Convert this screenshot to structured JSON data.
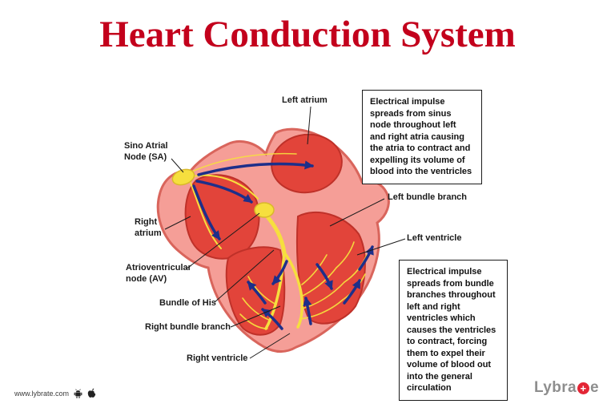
{
  "title": "Heart Conduction System",
  "diagram": {
    "labels": {
      "left_atrium": "Left atrium",
      "sino_atrial_node": "Sino Atrial Node (SA)",
      "right_atrium": "Right atrium",
      "atrioventricular_node": "Atrioventricular node (AV)",
      "bundle_of_his": "Bundle of His",
      "right_bundle_branch": "Right bundle branch",
      "right_ventricle": "Right ventricle",
      "left_bundle_branch": "Left bundle branch",
      "left_ventricle": "Left ventricle"
    },
    "callouts": {
      "atria": "Electrical impulse spreads from sinus node throughout left and right atria causing the atria to contract and expelling its volume of blood into the ventricles",
      "ventricles": "Electrical impulse spreads from bundle branches throughout left and right ventricles which causes the ventricles to contract, forcing them to expel their volume of blood out into the general circulation"
    },
    "icons": [
      "sa-node",
      "av-node",
      "bundle-of-his",
      "purkinje-fibers",
      "impulse-arrows"
    ]
  },
  "footer": {
    "website": "www.lybrate.com",
    "icons": [
      "android-icon",
      "apple-icon"
    ],
    "brand": {
      "prefix": "Lybra",
      "suffix": "e",
      "plus_icon": "lybrate-plus-icon"
    }
  },
  "colors": {
    "title_red": "#c3001c",
    "heart_outer_pink": "#f59e97",
    "heart_outline": "#d9655c",
    "chamber_red": "#e2443a",
    "conduction_yellow": "#f6df3e",
    "arrow_navy": "#1d2f8a",
    "brand_gray": "#8e8e8e",
    "brand_plus_red": "#e32636"
  }
}
